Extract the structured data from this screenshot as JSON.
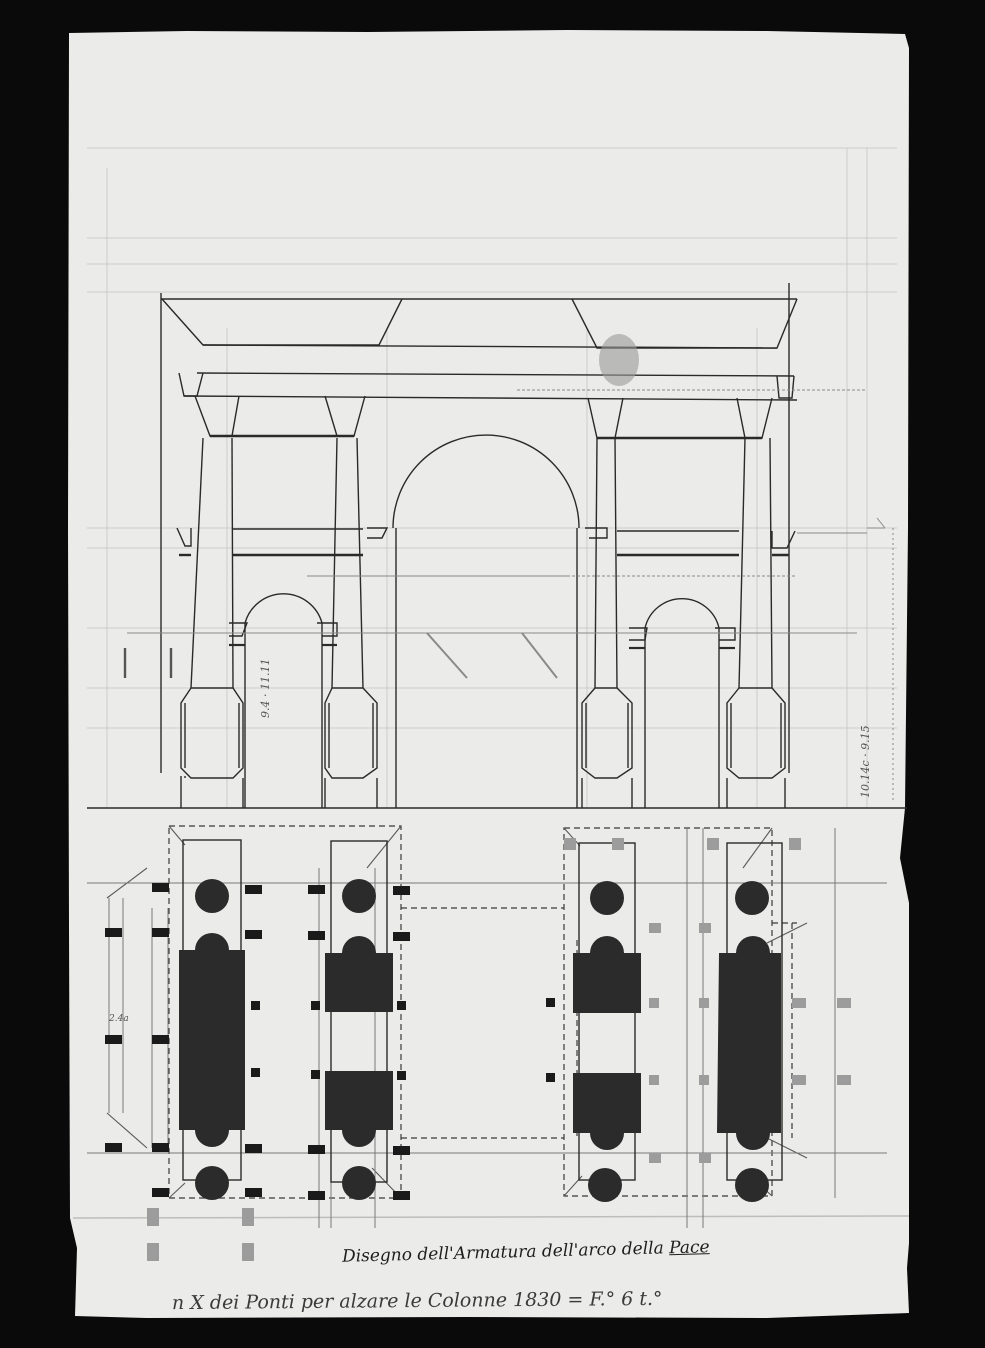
{
  "document": {
    "type": "architectural drawing (photograph of sheet)",
    "subject": "Elevation and plan of scaffolding (armatura) for the Arch of Peace",
    "background_color": "#0a0a0a",
    "paper_color": "#ebebea",
    "ink_color": "#2a2a2a",
    "wash_color": "#2b2b2b"
  },
  "captions": {
    "title_line_main": "Disegno dell'Armatura dell'arco della ",
    "title_line_underlined": "Pace",
    "subtitle_line": "n X dei Ponti per alzare le Colonne  1830 = F.° 6 t.°"
  },
  "annotations": {
    "arch_dimension": "9.4 · 11.11",
    "right_margin_dimension": "10.14c · 9.15",
    "left_plan_dimension": "2.4a"
  },
  "drawings": {
    "elevation": {
      "label": "elevation of arch with columns and scaffolding",
      "columns": 4,
      "arches": 3
    },
    "plan": {
      "label": "plan of column bases with scaffolding posts",
      "piers": 4,
      "column_circles_per_pier": 2
    }
  }
}
